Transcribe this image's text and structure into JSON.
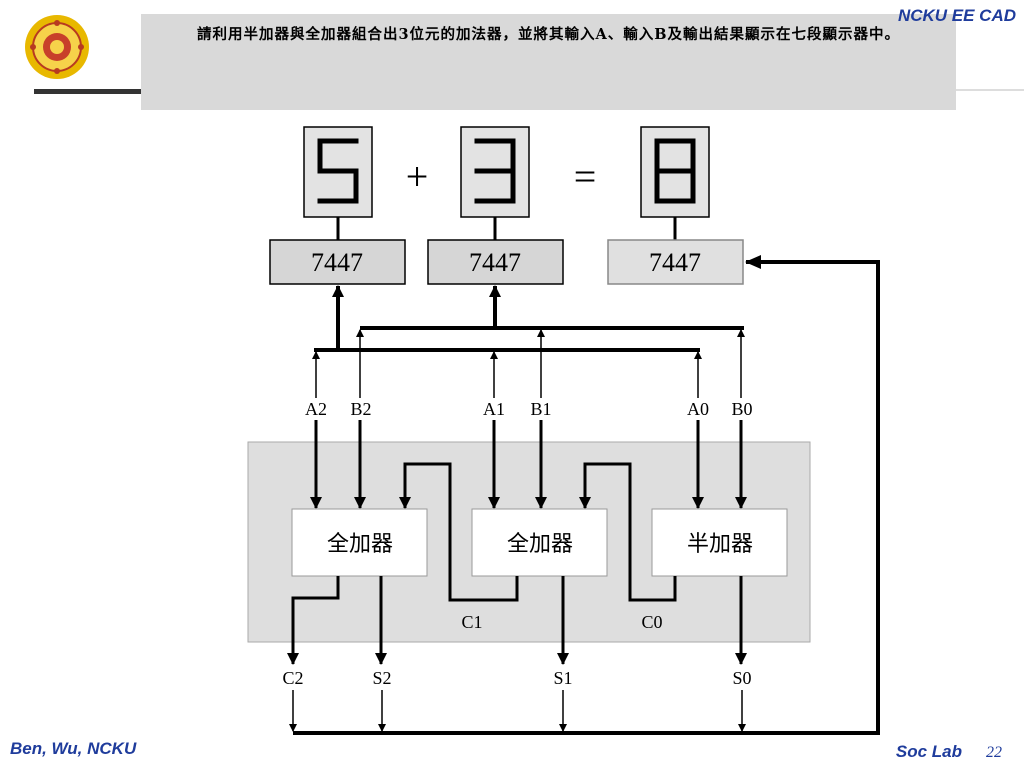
{
  "slide": {
    "title": "請利用半加器與全加器組合出3位元的加法器，並將其輸入A、輸入B及輸出結果顯示在七段顯示器中。",
    "brand": "NCKU EE CAD",
    "footer_left": "Ben, Wu, NCKU",
    "footer_right": "Soc Lab",
    "page_number": "22"
  },
  "diagram": {
    "displays": [
      {
        "digit": 5
      },
      {
        "digit": 3
      },
      {
        "digit": 8
      }
    ],
    "operators": {
      "plus": "+",
      "equals": "="
    },
    "decoders": [
      {
        "label": "7447"
      },
      {
        "label": "7447"
      },
      {
        "label": "7447"
      }
    ],
    "inputs": [
      "A2",
      "B2",
      "A1",
      "B1",
      "A0",
      "B0"
    ],
    "adders": [
      {
        "label": "全加器"
      },
      {
        "label": "全加器"
      },
      {
        "label": "半加器"
      }
    ],
    "carries": [
      "C1",
      "C0"
    ],
    "outputs": [
      "C2",
      "S2",
      "S1",
      "S0"
    ]
  }
}
